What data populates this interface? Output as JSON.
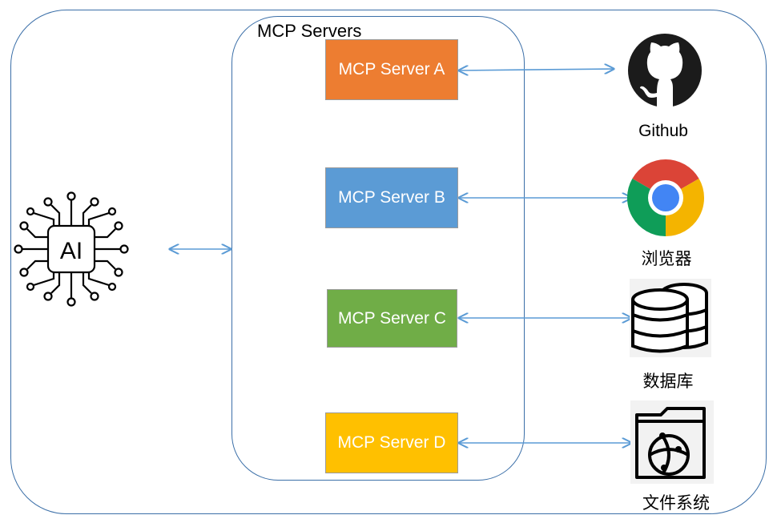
{
  "group": {
    "title": "MCP Servers"
  },
  "ai_chip": {
    "label": "AI",
    "icon": "ai-chip-icon"
  },
  "servers": [
    {
      "label": "MCP Server A",
      "color": "#ed7d31"
    },
    {
      "label": "MCP Server B",
      "color": "#5b9bd5"
    },
    {
      "label": "MCP Server C",
      "color": "#70ad47"
    },
    {
      "label": "MCP Server D",
      "color": "#ffc000"
    }
  ],
  "resources": [
    {
      "label": "Github",
      "icon": "github-icon"
    },
    {
      "label": "浏览器",
      "icon": "chrome-icon"
    },
    {
      "label": "数据库",
      "icon": "database-icon"
    },
    {
      "label": "文件系统",
      "icon": "file-system-icon"
    }
  ],
  "colors": {
    "frame": "#3b6fa8",
    "arrow": "#5b9bd5"
  }
}
